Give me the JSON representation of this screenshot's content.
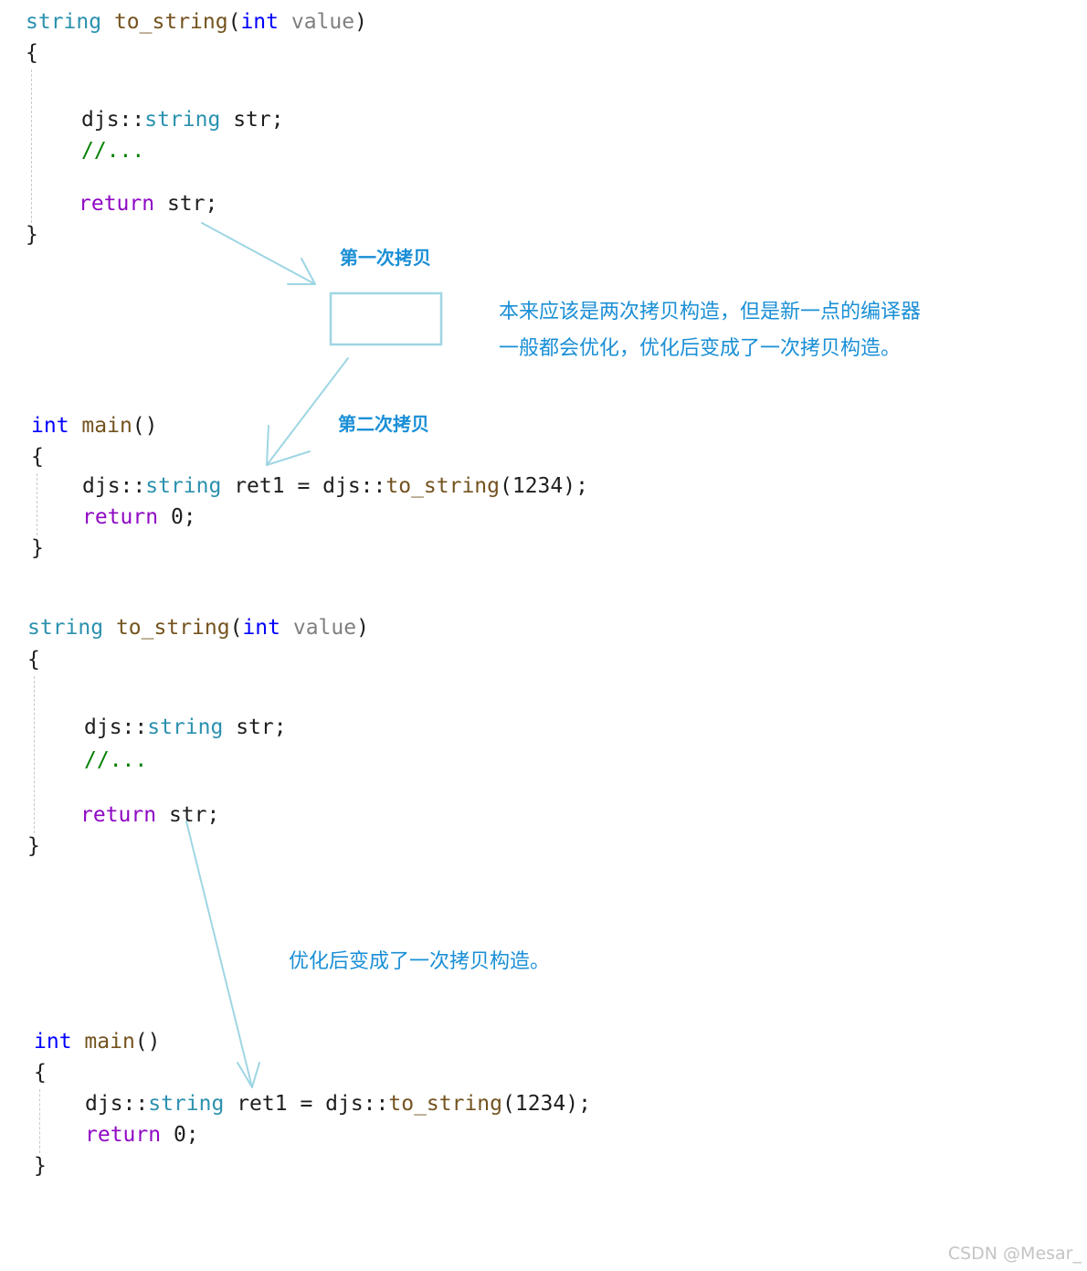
{
  "snippets": [
    {
      "func": {
        "ret_type": "string",
        "name": "to_string",
        "open_paren": "(",
        "param_type": "int",
        "param_name": "value",
        "close_paren": ")",
        "open_brace": "{",
        "decl_ns": "djs::",
        "decl_type": "string",
        "decl_var": "str;",
        "comment": "//...",
        "return_kw": "return",
        "return_val": "str;",
        "close_brace": "}"
      },
      "main": {
        "ret_type": "int",
        "name": "main",
        "parens": "()",
        "open_brace": "{",
        "ns": "djs::",
        "type": "string",
        "var": "ret1",
        "assign": " = djs::",
        "call": "to_string",
        "args": "(1234);",
        "return_kw": "return",
        "return_val": "0;",
        "close_brace": "}"
      }
    },
    {
      "func": {
        "ret_type": "string",
        "name": "to_string",
        "open_paren": "(",
        "param_type": "int",
        "param_name": "value",
        "close_paren": ")",
        "open_brace": "{",
        "decl_ns": "djs::",
        "decl_type": "string",
        "decl_var": "str;",
        "comment": "//...",
        "return_kw": "return",
        "return_val": "str;",
        "close_brace": "}"
      },
      "main": {
        "ret_type": "int",
        "name": "main",
        "parens": "()",
        "open_brace": "{",
        "ns": "djs::",
        "type": "string",
        "var": "ret1",
        "assign": " = djs::",
        "call": "to_string",
        "args": "(1234);",
        "return_kw": "return",
        "return_val": "0;",
        "close_brace": "}"
      }
    }
  ],
  "annotations": {
    "first_copy_label": "第一次拷贝",
    "second_copy_label": "第二次拷贝",
    "explanation_line1": "本来应该是两次拷贝构造，但是新一点的编译器",
    "explanation_line2": "一般都会优化，优化后变成了一次拷贝构造。",
    "optimized_note": "优化后变成了一次拷贝构造。"
  },
  "watermark": "CSDN @Mesar_",
  "colors": {
    "keyword": "#0000ff",
    "control_keyword": "#8f08c4",
    "type": "#2b91af",
    "function": "#74531f",
    "parameter": "#808080",
    "comment": "#008000",
    "annotation_text": "#1a8fd6",
    "arrow": "#9ed6e3"
  }
}
